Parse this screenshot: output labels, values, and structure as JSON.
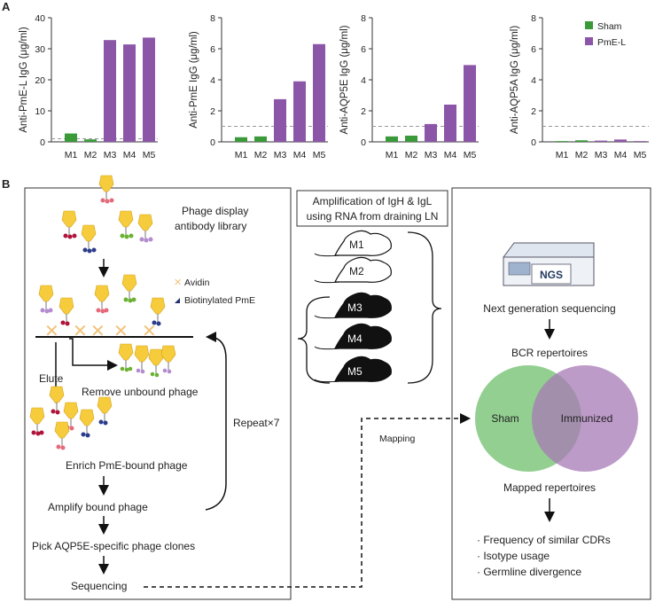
{
  "panels": {
    "a": "A",
    "b": "B"
  },
  "legend": [
    {
      "name": "Sham",
      "color": "#3a9a3a"
    },
    {
      "name": "PmE-L",
      "color": "#8c56a8"
    }
  ],
  "chart_data": [
    {
      "type": "bar",
      "ylabel": "Anti-PmE-L IgG (μg/ml)",
      "categories": [
        "M1",
        "M2",
        "M3",
        "M4",
        "M5"
      ],
      "values": [
        2.7,
        0.8,
        32.8,
        31.4,
        33.6
      ],
      "groups": [
        "Sham",
        "Sham",
        "PmE-L",
        "PmE-L",
        "PmE-L"
      ],
      "ylim": [
        0,
        40
      ],
      "yticks": [
        0,
        10,
        20,
        30,
        40
      ],
      "dashed_line": 1
    },
    {
      "type": "bar",
      "ylabel": "Anti-PmE IgG (μg/ml)",
      "categories": [
        "M1",
        "M2",
        "M3",
        "M4",
        "M5"
      ],
      "values": [
        0.3,
        0.35,
        2.75,
        3.9,
        6.3
      ],
      "groups": [
        "Sham",
        "Sham",
        "PmE-L",
        "PmE-L",
        "PmE-L"
      ],
      "ylim": [
        0,
        8
      ],
      "yticks": [
        0,
        2,
        4,
        6,
        8
      ],
      "dashed_line": 1
    },
    {
      "type": "bar",
      "ylabel": "Anti-AQP5E IgG (μg/ml)",
      "categories": [
        "M1",
        "M2",
        "M3",
        "M4",
        "M5"
      ],
      "values": [
        0.35,
        0.4,
        1.15,
        2.4,
        4.95
      ],
      "groups": [
        "Sham",
        "Sham",
        "PmE-L",
        "PmE-L",
        "PmE-L"
      ],
      "ylim": [
        0,
        8
      ],
      "yticks": [
        0,
        2,
        4,
        6,
        8
      ],
      "dashed_line": 1
    },
    {
      "type": "bar",
      "ylabel": "Anti-AQP5A IgG (μg/ml)",
      "categories": [
        "M1",
        "M2",
        "M3",
        "M4",
        "M5"
      ],
      "values": [
        0.05,
        0.1,
        0.08,
        0.15,
        0.05
      ],
      "groups": [
        "Sham",
        "Sham",
        "PmE-L",
        "PmE-L",
        "PmE-L"
      ],
      "ylim": [
        0,
        8
      ],
      "yticks": [
        0,
        2,
        4,
        6,
        8
      ],
      "dashed_line": 1
    }
  ],
  "diagram": {
    "library": [
      "Phage display",
      "antibody library"
    ],
    "key_avidin": "Avidin",
    "key_biotin": "Biotinylated PmE",
    "elute": "Elute",
    "remove": "Remove unbound phage",
    "enrich": "Enrich PmE-bound phage",
    "amplify": "Amplify bound phage",
    "pick": "Pick AQP5E-specific phage clones",
    "sequencing": "Sequencing",
    "repeat": "Repeat×7",
    "mapping": "Mapping",
    "amp_box": [
      "Amplification of IgH & IgL",
      "using RNA from draining LN"
    ],
    "mice": [
      "M1",
      "M2",
      "M3",
      "M4",
      "M5"
    ],
    "ngs_label": "NGS",
    "ngs": "Next generation sequencing",
    "bcr": "BCR repertoires",
    "sham": "Sham",
    "immunized": "Immunized",
    "mapped": "Mapped repertoires",
    "bullets": [
      "· Frequency of similar CDRs",
      "· Isotype usage",
      "· Germline divergence"
    ]
  }
}
